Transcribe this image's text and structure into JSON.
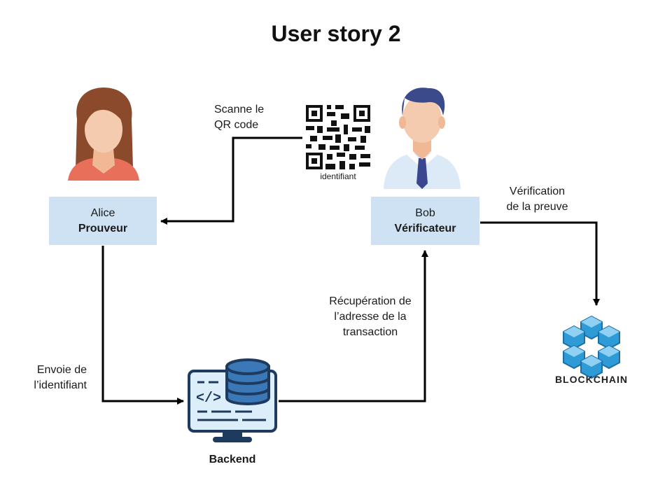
{
  "title": "User story 2",
  "alice": {
    "name": "Alice",
    "role": "Prouveur"
  },
  "bob": {
    "name": "Bob",
    "role": "Vérificateur"
  },
  "labels": {
    "scan_line1": "Scanne le",
    "scan_line2": "QR code",
    "qr_caption": "identifiant",
    "verif_line1": "Vérification",
    "verif_line2": "de la preuve",
    "recup_line1": "Récupération de",
    "recup_line2": "l’adresse de la",
    "recup_line3": "transaction",
    "envoi_line1": "Envoie de",
    "envoi_line2": "l’identifiant"
  },
  "backend": {
    "label": "Backend"
  },
  "blockchain": {
    "label": "BLOCKCHAIN"
  },
  "colors": {
    "box_fill": "#cfe2f3",
    "arrow": "#000000",
    "alice_hair": "#8b4a2c",
    "alice_shirt": "#e8705a",
    "skin": "#f5cbb0",
    "bob_hair": "#3b4a8a",
    "bob_shirt": "#dce9f7",
    "bob_tie": "#3a4790",
    "backend_dark": "#1f3a5f",
    "backend_blue": "#3a78b8",
    "backend_light": "#dceefa",
    "blockchain_blue": "#2f9bd6"
  },
  "icons": [
    "alice-avatar-icon",
    "bob-avatar-icon",
    "qr-code-icon",
    "backend-server-icon",
    "blockchain-logo-icon"
  ]
}
